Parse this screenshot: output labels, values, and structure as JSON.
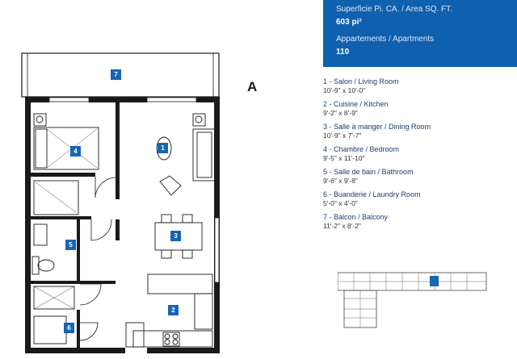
{
  "info": {
    "area_label": "Superficie Pi. CA. / Area SQ. FT.",
    "area_value": "603 pi²",
    "type_label": "Appartements / Apartments",
    "type_value": "110"
  },
  "unit_letter": "A",
  "rooms": [
    {
      "num": "1",
      "label": "1 - Salon / Living Room",
      "dims": "10'-9\" x 10'-0\""
    },
    {
      "num": "2",
      "label": "2 - Cuisine / Kitchen",
      "dims": "9'-2\" x 8'-9\""
    },
    {
      "num": "3",
      "label": "3 - Salle à manger / Dining Room",
      "dims": "10'-9\" x 7'-7\""
    },
    {
      "num": "4",
      "label": "4 - Chambre / Bedroom",
      "dims": "9'-5\" x 11'-10\""
    },
    {
      "num": "5",
      "label": "5 - Salle de bain / Bathroom",
      "dims": "9'-6\" x 9'-8\""
    },
    {
      "num": "6",
      "label": "6 - Buanderie / Laundry Room",
      "dims": "5'-0\" x 4'-0\""
    },
    {
      "num": "7",
      "label": "7 - Balcon / Balcony",
      "dims": "11'-2\" x 8'-2\""
    }
  ],
  "colors": {
    "accent": "#1566b4",
    "info_bg": "#1060b0",
    "wall": "#1a1a1a"
  }
}
